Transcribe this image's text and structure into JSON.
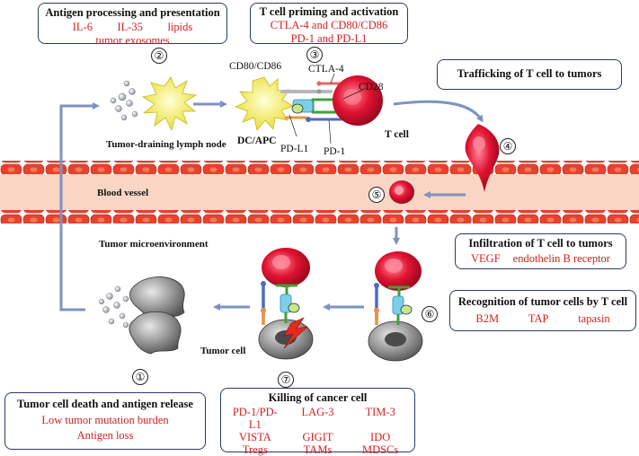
{
  "steps": {
    "s1": {
      "number": "①",
      "title": "Tumor cell death and antigen release",
      "items": [
        "Low tumor mutation burden",
        "Antigen loss"
      ]
    },
    "s2": {
      "number": "②",
      "title": "Antigen processing and presentation",
      "items": [
        "IL-6",
        "IL-35",
        "lipids",
        "tumor exosomes"
      ]
    },
    "s3": {
      "number": "③",
      "title": "T cell priming and activation",
      "items": [
        "CTLA-4 and CD80/CD86",
        "PD-1 and  PD-L1"
      ]
    },
    "s4": {
      "number": "④",
      "title": "Trafficking of T cell to tumors"
    },
    "s5": {
      "number": "⑤",
      "title": "Infiltration of T cell to tumors",
      "items": [
        "VEGF",
        "endothelin B receptor"
      ]
    },
    "s6": {
      "number": "⑥",
      "title": "Recognition of tumor cells by T cell",
      "items": [
        "B2M",
        "TAP",
        "tapasin"
      ]
    },
    "s7": {
      "number": "⑦",
      "title": "Killing of cancer cell",
      "items": [
        "PD-1/PD-L1",
        "LAG-3",
        "TIM-3",
        "VISTA",
        "GIGIT",
        "IDO",
        "Tregs",
        "TAMs",
        "MDSCs"
      ]
    }
  },
  "labels": {
    "cd80": "CD80/CD86",
    "ctla4": "CTLA-4",
    "cd28": "CD28",
    "dc": "DC/APC",
    "tcell": "T cell",
    "pdl1": "PD-L1",
    "pd1": "PD-1",
    "lymph": "Tumor-draining lymph node",
    "vessel": "Blood vessel",
    "micro": "Tumor microenvironment",
    "tumor": "Tumor cell"
  },
  "colors": {
    "box_border": "#2b3a67",
    "red_text": "#d42020",
    "arrow": "#7b93c2",
    "vessel_fill": "#f9d6c4",
    "rbc": "#e8412c",
    "tcell": "#e01432",
    "dc": "#f5ee4a",
    "tumor": "#777777"
  }
}
